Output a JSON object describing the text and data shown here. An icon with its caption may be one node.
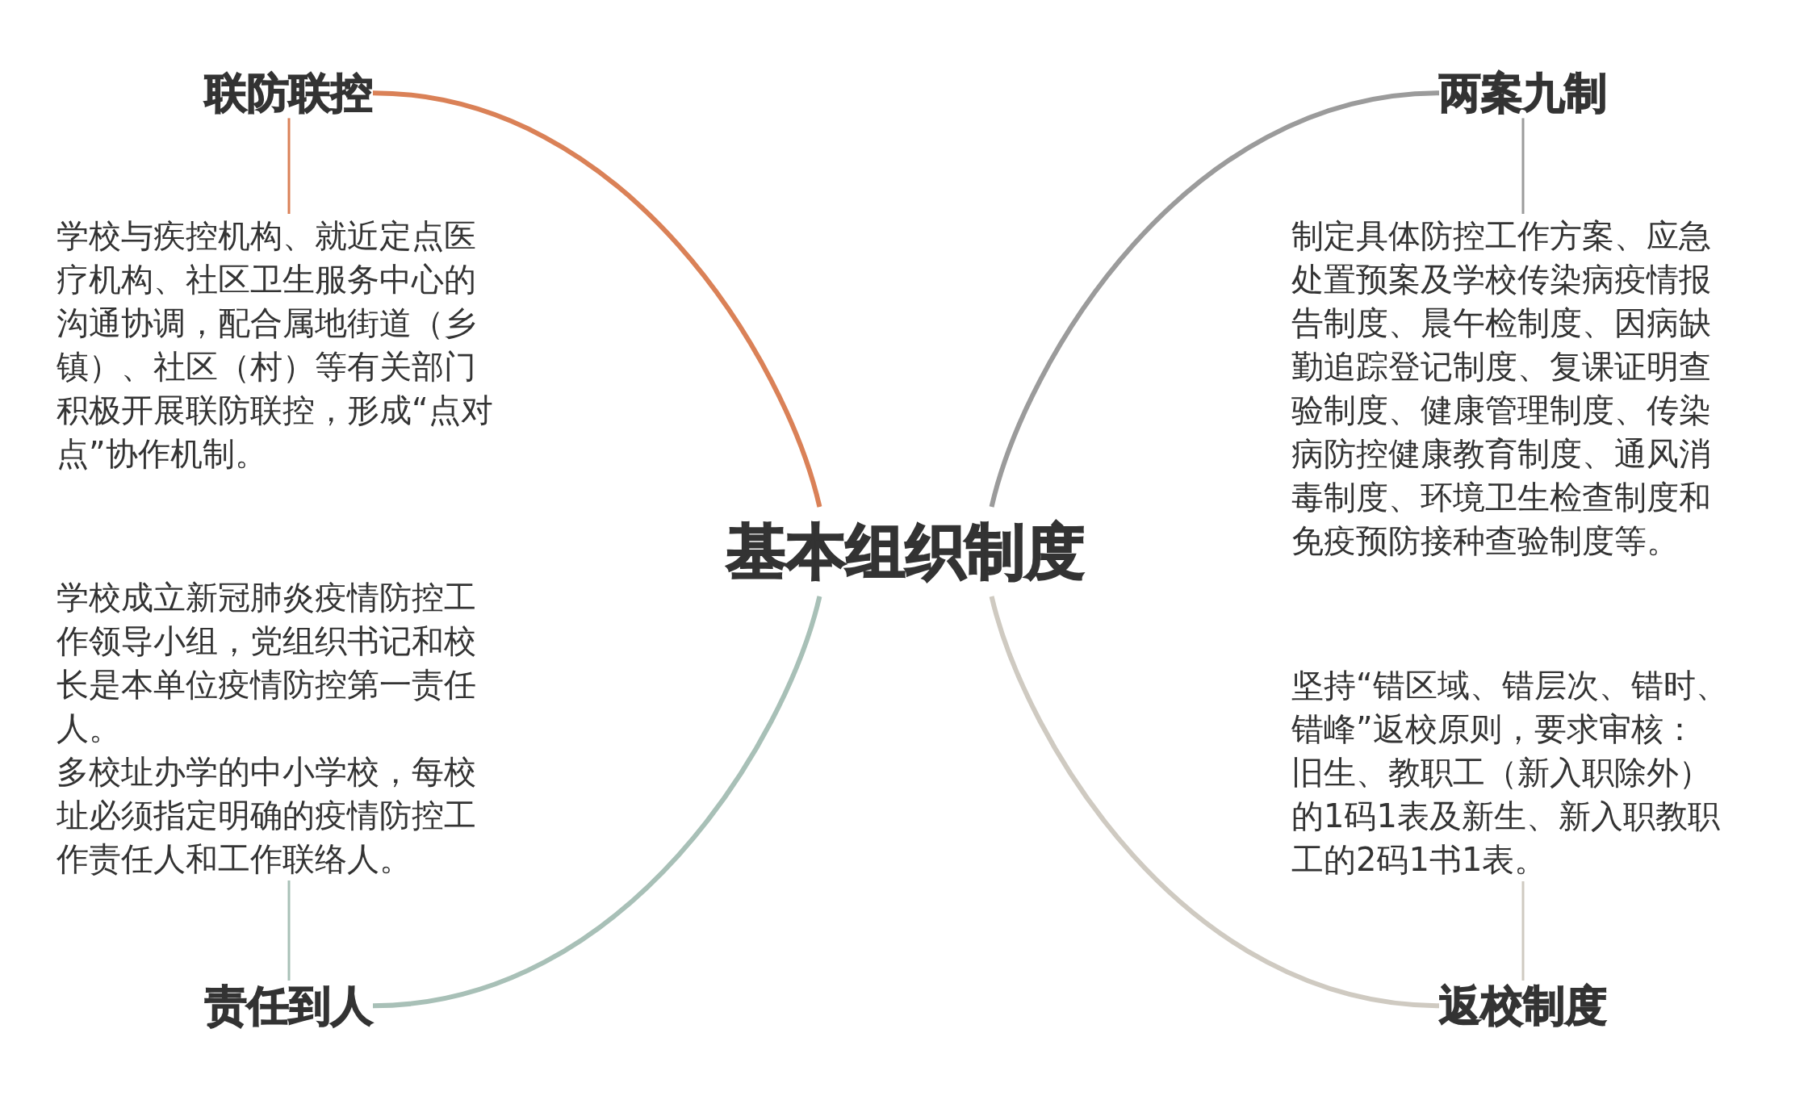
{
  "diagram": {
    "nodes": [
      {
        "text": [
          "联防联控"
        ]
      },
      {
        "text": [
          "学校与疾控机构、就近定点医疗机构、社区卫生服务中心的沟通协调，配合属地街道（乡镇）、社区（村）等有关部门积极开展联防联控，形成“点对点”协作机制。"
        ]
      },
      {
        "text": [
          "两案九制"
        ]
      },
      {
        "text": [
          "制定具体防控工作方案、应急处置预案及学校传染病疫情报告制度、晨午检制度、因病缺勤追踪登记制度、复课证明查验制度、健康管理制度、传染病防控健康教育制度、通风消毒制度、环境卫生检查制度和免疫预防接种查验制度等。"
        ]
      },
      {
        "text": [
          "基本组织制度"
        ]
      },
      {
        "text": [
          "学校成立新冠肺炎疫情防控工作领导小组，党组织书记和校长是本单位疫情防控第一责任人。",
          "多校址办学的中小学校，每校址必须指定明确的疫情防控工作责任人和工作联络人。"
        ]
      },
      {
        "text": [
          "责任到人"
        ]
      },
      {
        "text": [
          "坚持“错区域、错层次、错时、错峰”返校原则，要求审核：",
          "旧生、教职工（新入职除外）的1码1表及新生、新入职教职工的2码1书1表。"
        ]
      },
      {
        "text": [
          "返校制度"
        ]
      }
    ],
    "edges": [
      {
        "from": 4,
        "to": 0,
        "arrow": "none",
        "color": "#da8157"
      },
      {
        "from": 0,
        "to": 1,
        "arrow": "none",
        "color": "#da8157"
      },
      {
        "from": 4,
        "to": 2,
        "arrow": "none",
        "color": "#9b9b9b"
      },
      {
        "from": 2,
        "to": 3,
        "arrow": "none",
        "color": "#9b9b9b"
      },
      {
        "from": 4,
        "to": 6,
        "arrow": "none",
        "color": "#a8c0b7"
      },
      {
        "from": 6,
        "to": 5,
        "arrow": "none",
        "color": "#a8c0b7"
      },
      {
        "from": 4,
        "to": 8,
        "arrow": "none",
        "color": "#cfcac1"
      },
      {
        "from": 8,
        "to": 7,
        "arrow": "none",
        "color": "#cfcac1"
      }
    ]
  }
}
